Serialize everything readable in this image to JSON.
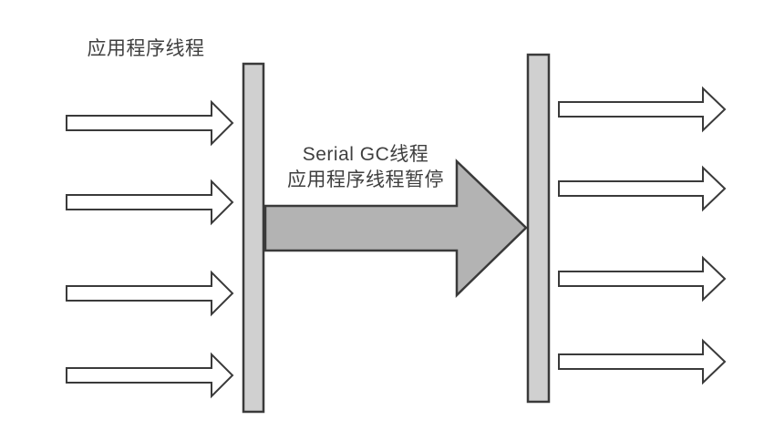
{
  "diagram": {
    "title_implied": "Serial GC stop-the-world diagram",
    "app_threads_label": "应用程序线程",
    "gc_label_line1": "Serial GC线程",
    "gc_label_line2": "应用程序线程暂停",
    "left_thread_arrow_count": 4,
    "right_thread_arrow_count": 4
  },
  "colors": {
    "background": "#ffffff",
    "thread_arrow_fill": "#ffffff",
    "outline": "#3a3a3a",
    "barrier_fill": "#d0d0d0",
    "gc_arrow_fill": "#b3b3b3",
    "text_color": "#3f3f3f"
  }
}
